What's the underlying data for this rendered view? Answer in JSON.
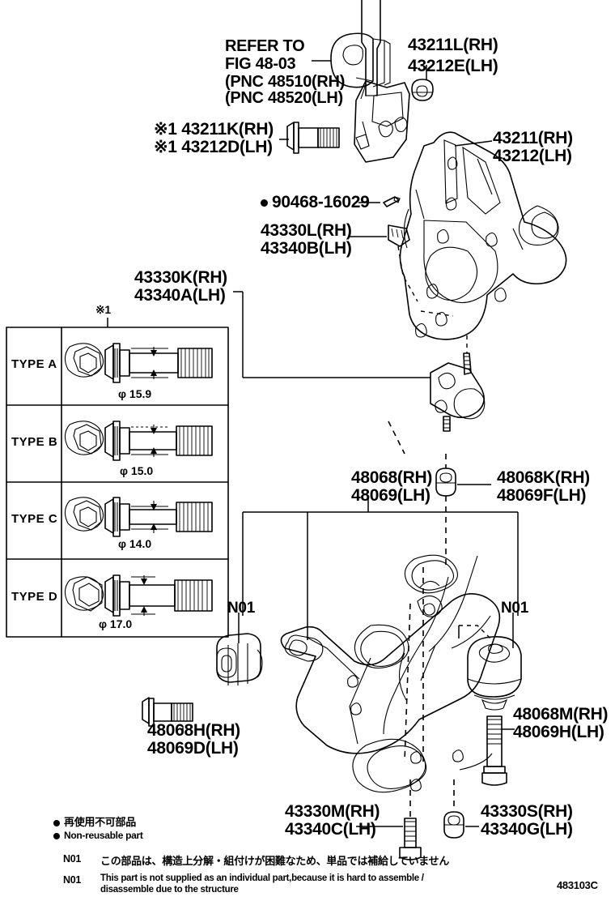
{
  "diagram": {
    "id": "483103C",
    "title": "Front axle arm & steering knuckle parts diagram",
    "refer_note": [
      "REFER TO",
      "FIG 48-03",
      "(PNC 48510(RH)",
      "(PNC 48520(LH)"
    ],
    "asterisk_marker": "※1"
  },
  "callouts": {
    "knuckle_bolt_rh": "※1 43211K(RH)",
    "knuckle_bolt_lh": "※1 43212D(LH)",
    "dust_cover_rh": "43211L(RH)",
    "dust_cover_lh": "43212E(LH)",
    "knuckle_rh": "43211(RH)",
    "knuckle_lh": "43212(LH)",
    "cotter_pin": "90468-16029",
    "balljoint_clip_rh": "43330L(RH)",
    "balljoint_clip_lh": "43340B(LH)",
    "balljoint_rh": "43330K(RH)",
    "balljoint_lh": "43340A(LH)",
    "lower_arm_rh": "48068(RH)",
    "lower_arm_lh": "48069(LH)",
    "arm_nut_rh": "48068K(RH)",
    "arm_nut_lh": "48069F(LH)",
    "bush_front_rh": "48068H(RH)",
    "bush_front_lh": "48069D(LH)",
    "bush_rear_bolt_rh": "48068M(RH)",
    "bush_rear_bolt_lh": "48069H(LH)",
    "bj_bolt_rh": "43330M(RH)",
    "bj_bolt_lh": "43340C(LH)",
    "bj_nut_rh": "43330S(RH)",
    "bj_nut_lh": "43340G(LH)",
    "n01_left": "N01",
    "n01_right": "N01"
  },
  "type_table": {
    "marker": "※1",
    "rows": [
      {
        "type": "TYPE A",
        "diameter": "φ 15.9"
      },
      {
        "type": "TYPE B",
        "diameter": "φ 15.0"
      },
      {
        "type": "TYPE C",
        "diameter": "φ 14.0"
      },
      {
        "type": "TYPE D",
        "diameter": "φ 17.0"
      }
    ]
  },
  "legend": {
    "nonreusable_jp": "再使用不可部品",
    "nonreusable_en": "Non-reusable part",
    "n01_tag_jp": "N01",
    "n01_text_jp": "この部品は、構造上分解・組付けが困難なため、単品では補給していません",
    "n01_tag_en": "N01",
    "n01_text_en_line1": "This part is not supplied as an individual part,because it is hard to assemble /",
    "n01_text_en_line2": "disassemble due to the structure"
  },
  "colors": {
    "ink": "#000000",
    "paper": "#ffffff"
  }
}
